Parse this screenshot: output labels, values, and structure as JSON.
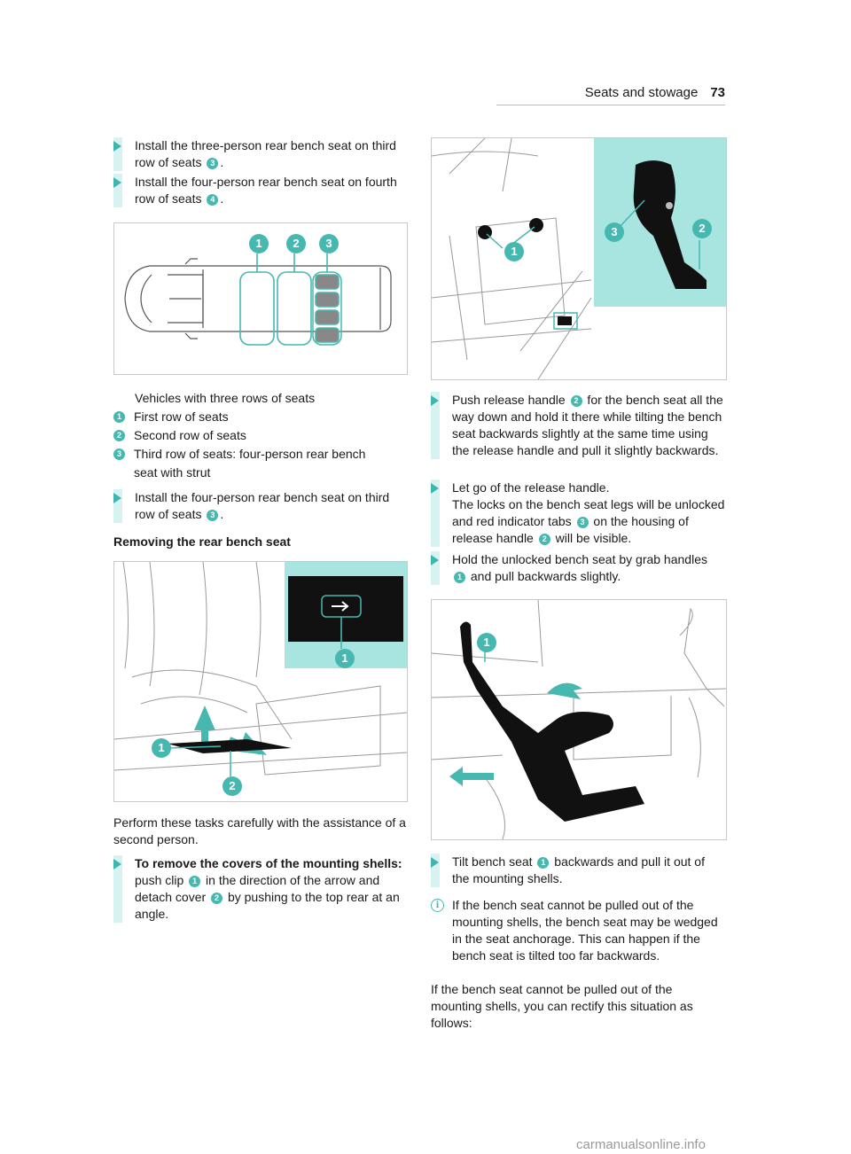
{
  "header": {
    "section_title": "Seats and stowage",
    "page_number": "73"
  },
  "left_column": {
    "steps_top": [
      {
        "text_a": "Install the three-person rear bench seat on third row of seats ",
        "callout": "3",
        "text_b": "."
      },
      {
        "text_a": "Install the four-person rear bench seat on fourth row of seats ",
        "callout": "4",
        "text_b": "."
      }
    ],
    "figure1_callouts": [
      "1",
      "2",
      "3"
    ],
    "legend_caption": "Vehicles with three rows of seats",
    "legend_items": [
      {
        "num": "1",
        "label": "First row of seats"
      },
      {
        "num": "2",
        "label": "Second row of seats"
      },
      {
        "num": "3",
        "label": "Third row of seats: four-person rear bench seat with strut"
      }
    ],
    "step_install": {
      "text_a": "Install the four-person rear bench seat on third row of seats ",
      "callout": "3",
      "text_b": "."
    },
    "section_heading": "Removing the rear bench seat",
    "figure2_callouts": [
      "1",
      "1",
      "2"
    ],
    "para_perform": "Perform these tasks carefully with the assistance of a second person.",
    "step_covers": {
      "bold": "To remove the covers of the mounting shells:",
      "text_a": " push clip ",
      "c1": "1",
      "text_b": " in the direction of the arrow and detach cover ",
      "c2": "2",
      "text_c": " by pushing to the top rear at an angle."
    }
  },
  "right_column": {
    "figure3_callouts": [
      "1",
      "3",
      "2"
    ],
    "step_push": {
      "text_a": "Push release handle ",
      "c1": "2",
      "text_b": " for the bench seat all the way down and hold it there while tilting the bench seat backwards slightly at the same time using the release handle and pull it slightly backwards."
    },
    "step_letgo": {
      "line1": "Let go of the release handle.",
      "text_a": "The locks on the bench seat legs will be unlocked and red indicator tabs ",
      "c1": "3",
      "text_b": " on the housing of release handle ",
      "c2": "2",
      "text_c": " will be visible."
    },
    "step_hold": {
      "text_a": "Hold the unlocked bench seat by grab handles ",
      "c1": "1",
      "text_b": " and pull backwards slightly."
    },
    "figure4_callouts": [
      "1"
    ],
    "step_tilt": {
      "text_a": "Tilt bench seat ",
      "c1": "1",
      "text_b": " backwards and pull it out of the mounting shells."
    },
    "note": "If the bench seat cannot be pulled out of the mounting shells, the bench seat may be wedged in the seat anchorage. This can happen if the bench seat is tilted too far backwards.",
    "para_final": "If the bench seat cannot be pulled out of the mounting shells, you can rectify this situation as follows:"
  },
  "footer": {
    "watermark": "carmanualsonline.info"
  },
  "colors": {
    "accent": "#46b8b0",
    "bar": "#d6f3f2",
    "panel": "#a8e4e0"
  },
  "icons": [
    "step-triangle-icon",
    "info-note-icon"
  ]
}
